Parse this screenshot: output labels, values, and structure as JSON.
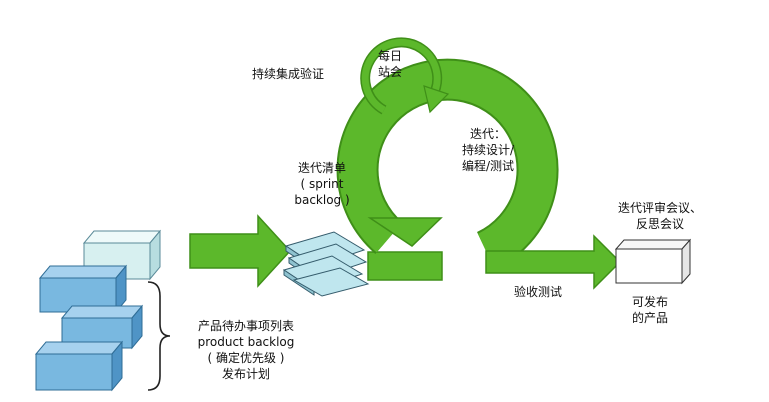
{
  "labels": {
    "daily_standup_line1": "每日",
    "daily_standup_line2": "站会",
    "continuous_integration": "持续集成验证",
    "iteration_line1": "迭代：",
    "iteration_line2": "持续设计/",
    "iteration_line3": "编程/测试",
    "sprint_backlog_line1": "迭代清单",
    "sprint_backlog_line2": "( sprint",
    "sprint_backlog_line3": "backlog )",
    "review_line1": "迭代评审会议、",
    "review_line2": "反思会议",
    "acceptance_test": "验收测试",
    "releasable_line1": "可发布",
    "releasable_line2": "的产品",
    "product_backlog_line1": "产品待办事项列表",
    "product_backlog_line2": "product backlog",
    "product_backlog_line3": "( 确定优先级 )",
    "product_backlog_line4": "发布计划"
  },
  "colors": {
    "arrow_green": "#5cb82b",
    "arrow_green_dark": "#3f8f18",
    "block_blue": "#79b8e0",
    "block_blue_side": "#4f94c6",
    "block_pale": "#d7f0f0",
    "sprint_stack": "#bfe6ee"
  }
}
